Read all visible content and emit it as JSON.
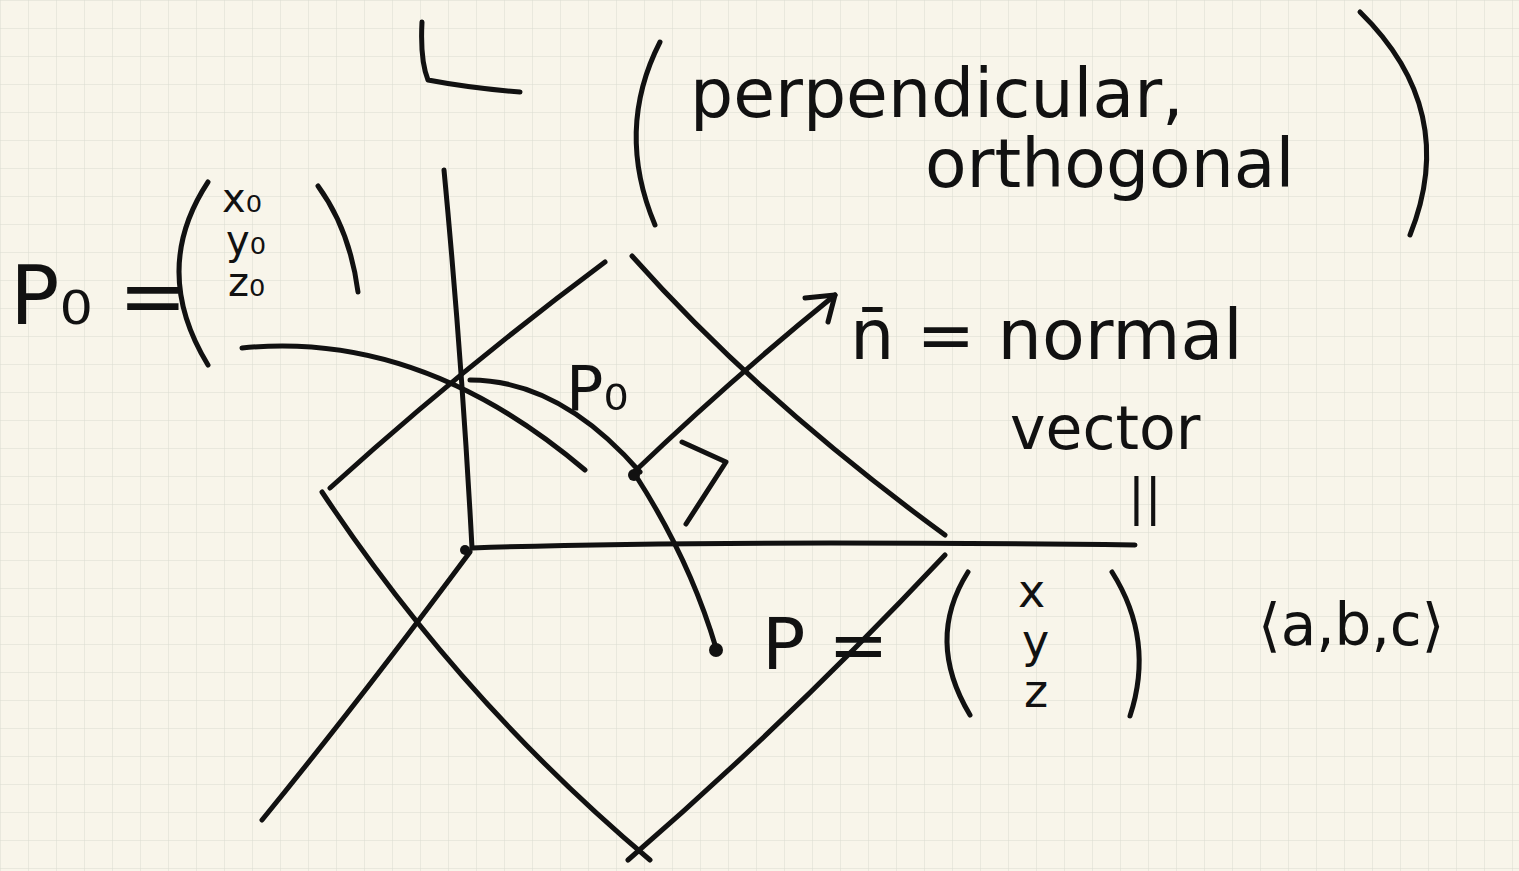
{
  "diagram": {
    "labels": [
      "perpendicular,",
      "orthogonal",
      "P₀ =",
      "x₀",
      "y₀",
      "z₀",
      "P₀",
      "n̄ = normal",
      "vector",
      "||",
      "⟨a,b,c⟩",
      "P =",
      "x",
      "y",
      "z"
    ]
  }
}
